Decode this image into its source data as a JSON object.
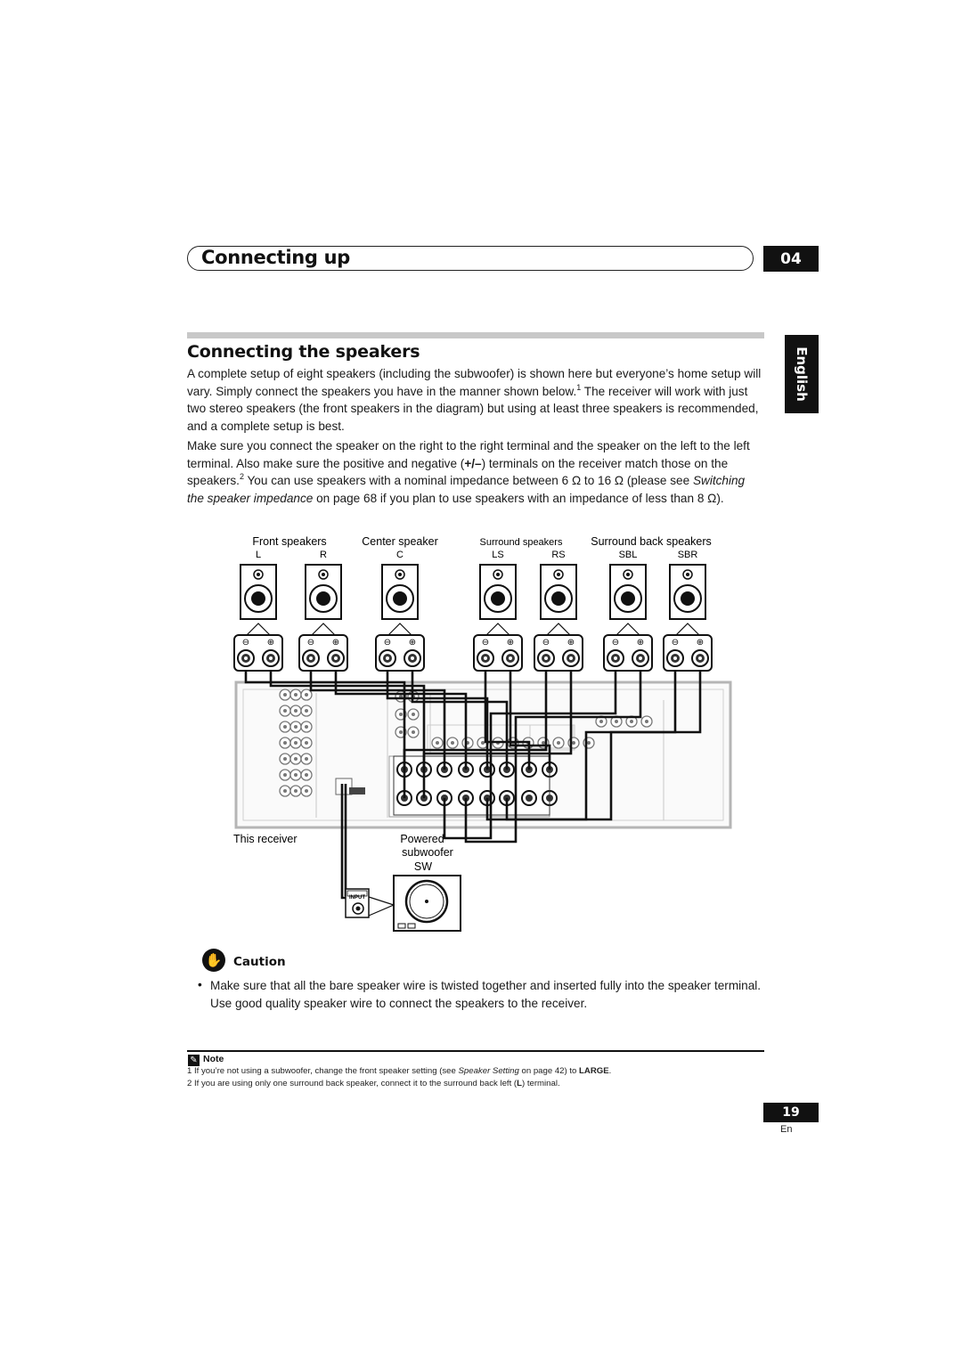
{
  "header": {
    "title": "Connecting up",
    "chapter": "04"
  },
  "section": {
    "title": "Connecting the speakers"
  },
  "language_tab": "English",
  "body": {
    "p1_part1": "A complete setup of eight speakers (including the subwoofer) is shown here but everyone’s home setup will vary. Simply connect the speakers you have in the manner shown below.",
    "p1_ref": "1",
    "p1_part2": " The receiver will work with just two stereo speakers (the front speakers in the diagram) but using at least three speakers is recommended, and a complete setup is best.",
    "p2_part1": "Make sure you connect the speaker on the right to the right terminal and the speaker on the left to the left terminal. Also make sure the positive and negative (",
    "p2_symbol": "+/–",
    "p2_part2": ") terminals on the receiver match those on the speakers.",
    "p2_ref": "2",
    "p2_part3": " You can use speakers with a nominal impedance between 6 Ω to 16 Ω (please see ",
    "p2_italic": "Switching the speaker impedance",
    "p2_part4": " on page 68 if you plan to use speakers with an impedance of less than 8 Ω)."
  },
  "diagram": {
    "group_labels": {
      "front": "Front speakers",
      "center": "Center speaker",
      "surround": "Surround speakers",
      "surround_back": "Surround back speakers"
    },
    "speakers": [
      {
        "id": "L",
        "label": "L"
      },
      {
        "id": "R",
        "label": "R"
      },
      {
        "id": "C",
        "label": "C"
      },
      {
        "id": "LS",
        "label": "LS"
      },
      {
        "id": "RS",
        "label": "RS"
      },
      {
        "id": "SBL",
        "label": "SBL"
      },
      {
        "id": "SBR",
        "label": "SBR"
      }
    ],
    "receiver_label": "This receiver",
    "subwoofer_label_1": "Powered",
    "subwoofer_label_2": "subwoofer",
    "subwoofer_id": "SW",
    "subwoofer_input": "INPUT",
    "icons": [
      "speaker-icon",
      "terminal-icon",
      "receiver-icon",
      "subwoofer-icon"
    ]
  },
  "caution": {
    "label": "Caution",
    "bullet": "Make sure that all the bare speaker wire is twisted together and inserted fully into the speaker terminal. Use good quality speaker wire to connect the speakers to the receiver."
  },
  "notes": {
    "label": "Note",
    "n1_a": "1 If you’re not using a subwoofer, change the front speaker setting (see ",
    "n1_italic": "Speaker Setting",
    "n1_b": " on page 42) to ",
    "n1_bold": "LARGE",
    "n1_c": ".",
    "n2_a": "2 If you are using only one surround back speaker, connect it to the surround back left (",
    "n2_bold": "L",
    "n2_b": ") terminal."
  },
  "footer": {
    "page": "19",
    "lang": "En"
  }
}
